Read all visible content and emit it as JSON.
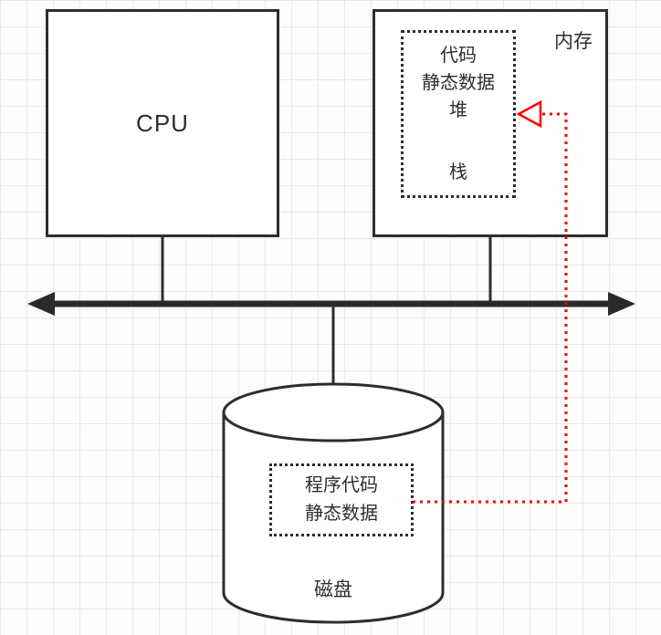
{
  "diagram": {
    "cpu": {
      "label": "CPU"
    },
    "memory": {
      "label": "内存",
      "segments": {
        "code": "代码",
        "static_data": "静态数据",
        "heap": "堆",
        "stack": "栈"
      }
    },
    "disk": {
      "label": "磁盘",
      "contents": {
        "program_code": "程序代码",
        "static_data": "静态数据"
      }
    },
    "colors": {
      "outline": "#2d2d2d",
      "arrow_red": "#ff0000"
    }
  }
}
